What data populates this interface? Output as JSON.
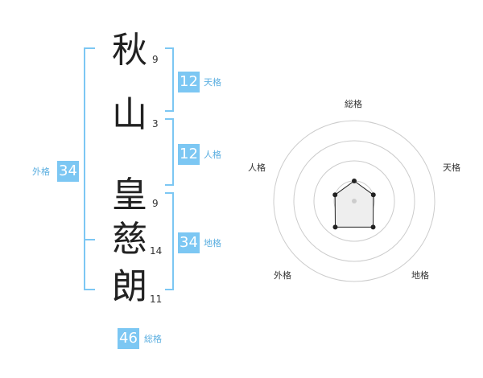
{
  "name": {
    "chars": [
      {
        "char": "秋",
        "strokes": "9"
      },
      {
        "char": "山",
        "strokes": "3"
      },
      {
        "char": "皇",
        "strokes": "9"
      },
      {
        "char": "慈",
        "strokes": "14"
      },
      {
        "char": "朗",
        "strokes": "11"
      }
    ]
  },
  "fortunes": {
    "tenkaku": {
      "value": "12",
      "label": "天格"
    },
    "jinkaku": {
      "value": "12",
      "label": "人格"
    },
    "chikaku": {
      "value": "34",
      "label": "地格"
    },
    "gaikaku": {
      "value": "34",
      "label": "外格"
    },
    "soukaku": {
      "value": "46",
      "label": "総格"
    }
  },
  "radar": {
    "axes": [
      "総格",
      "天格",
      "地格",
      "外格",
      "人格"
    ],
    "scores": [
      0.25,
      0.25,
      0.4,
      0.4,
      0.25
    ],
    "rings": 4,
    "colors": {
      "ring": "#cccccc",
      "fill": "#eeeeee",
      "line": "#222222",
      "center": "#cccccc"
    }
  },
  "colors": {
    "bracket": "#7cc7f3",
    "badge": "#7cc7f3",
    "tag": "#5aaee0"
  }
}
